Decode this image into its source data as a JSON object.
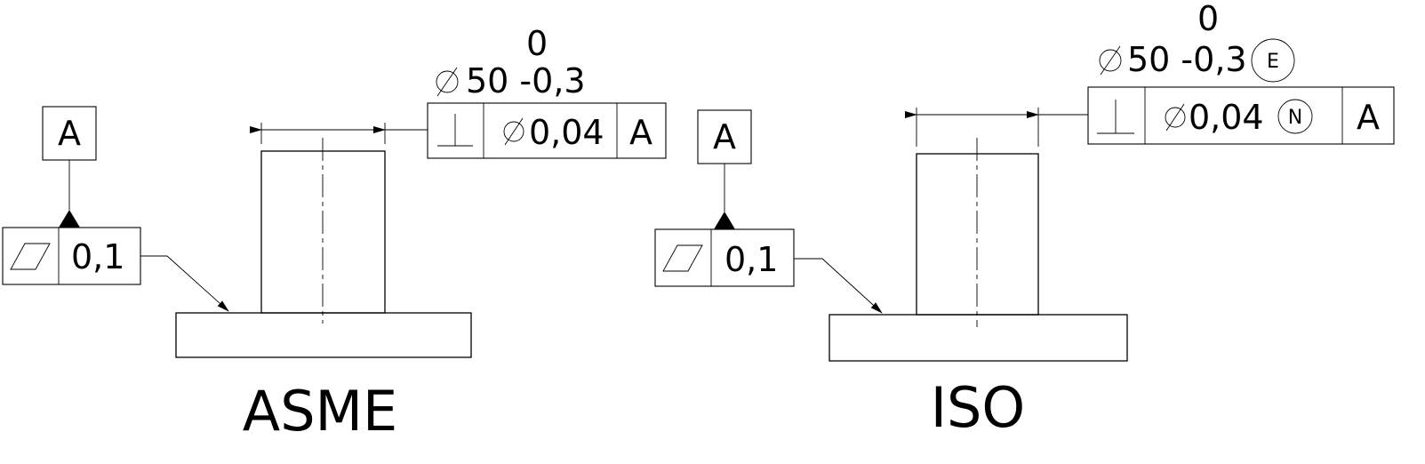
{
  "asme": {
    "title": "ASME",
    "upper_tol": "0",
    "size_dim": "50 -0,3",
    "fcf_tolerance": "0,04",
    "fcf_datum": "A",
    "datum_label": "A",
    "flatness_tol": "0,1"
  },
  "iso": {
    "title": "ISO",
    "upper_tol": "0",
    "size_dim": "50 -0,3",
    "envelope_modifier": "E",
    "fcf_tolerance": "0,04",
    "fcf_modifier": "N",
    "fcf_datum": "A",
    "datum_label": "A",
    "flatness_tol": "0,1"
  }
}
